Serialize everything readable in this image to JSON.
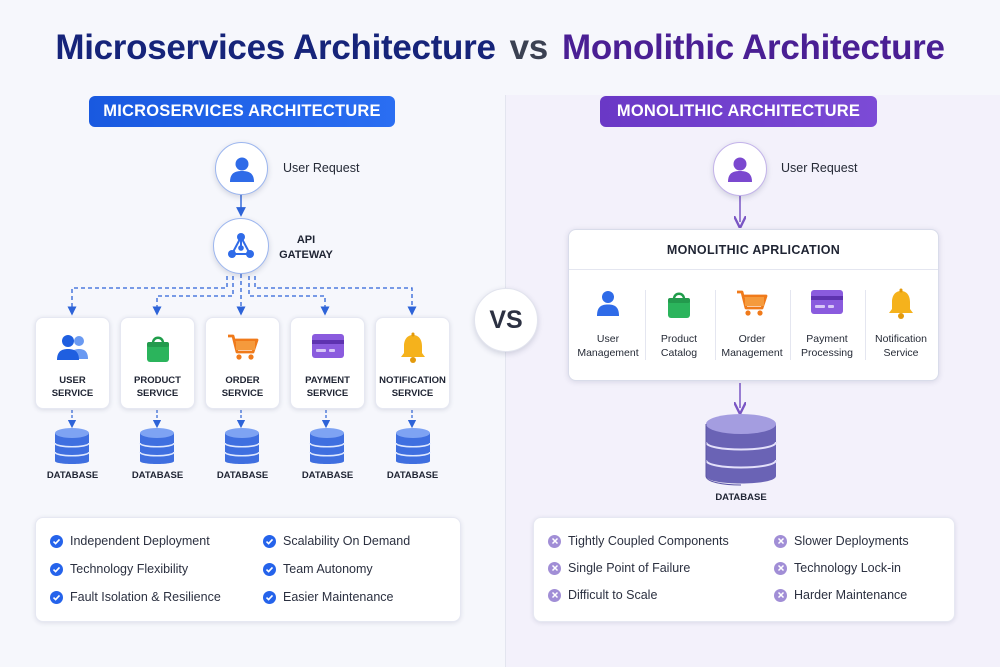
{
  "title": {
    "left": "Microservices Architecture",
    "vs": "vs",
    "right": "Monolithic Architecture"
  },
  "vs_badge": "VS",
  "microservices": {
    "badge": "MICROSERVICES ARCHITECTURE",
    "user_request": "User Request",
    "gateway_line1": "API",
    "gateway_line2": "GATEWAY",
    "services": [
      {
        "line1": "USER",
        "line2": "SERVICE",
        "icon": "users-icon"
      },
      {
        "line1": "PRODUCT",
        "line2": "SERVICE",
        "icon": "shopping-bag-icon"
      },
      {
        "line1": "ORDER",
        "line2": "SERVICE",
        "icon": "cart-icon"
      },
      {
        "line1": "PAYMENT",
        "line2": "SERVICE",
        "icon": "card-icon"
      },
      {
        "line1": "NOTIFICATION",
        "line2": "SERVICE",
        "icon": "bell-icon"
      }
    ],
    "db_label": "DATABASE",
    "benefits": [
      "Independent Deployment",
      "Scalability On Demand",
      "Technology Flexibility",
      "Team Autonomy",
      "Fault Isolation & Resilience",
      "Easier Maintenance"
    ]
  },
  "monolithic": {
    "badge": "MONOLITHIC ARCHITECTURE",
    "user_request": "User Request",
    "app_title": "MONOLITHIC APRLICATION",
    "modules": [
      {
        "line1": "User",
        "line2": "Management",
        "icon": "user-icon"
      },
      {
        "line1": "Product",
        "line2": "Catalog",
        "icon": "shopping-bag-icon"
      },
      {
        "line1": "Order",
        "line2": "Management",
        "icon": "cart-icon"
      },
      {
        "line1": "Payment",
        "line2": "Processing",
        "icon": "card-icon"
      },
      {
        "line1": "Notification",
        "line2": "Service",
        "icon": "bell-icon"
      }
    ],
    "db_label": "DATABASE",
    "drawbacks": [
      "Tightly Coupled Components",
      "Slower Deployments",
      "Single Point of Failure",
      "Technology Lock-in",
      "Difficult to Scale",
      "Harder Maintenance"
    ]
  },
  "colors": {
    "micro_accent": "#1d5fe6",
    "mono_accent": "#6d3cc8",
    "title_left": "#16247a",
    "title_right": "#4a1f94"
  }
}
